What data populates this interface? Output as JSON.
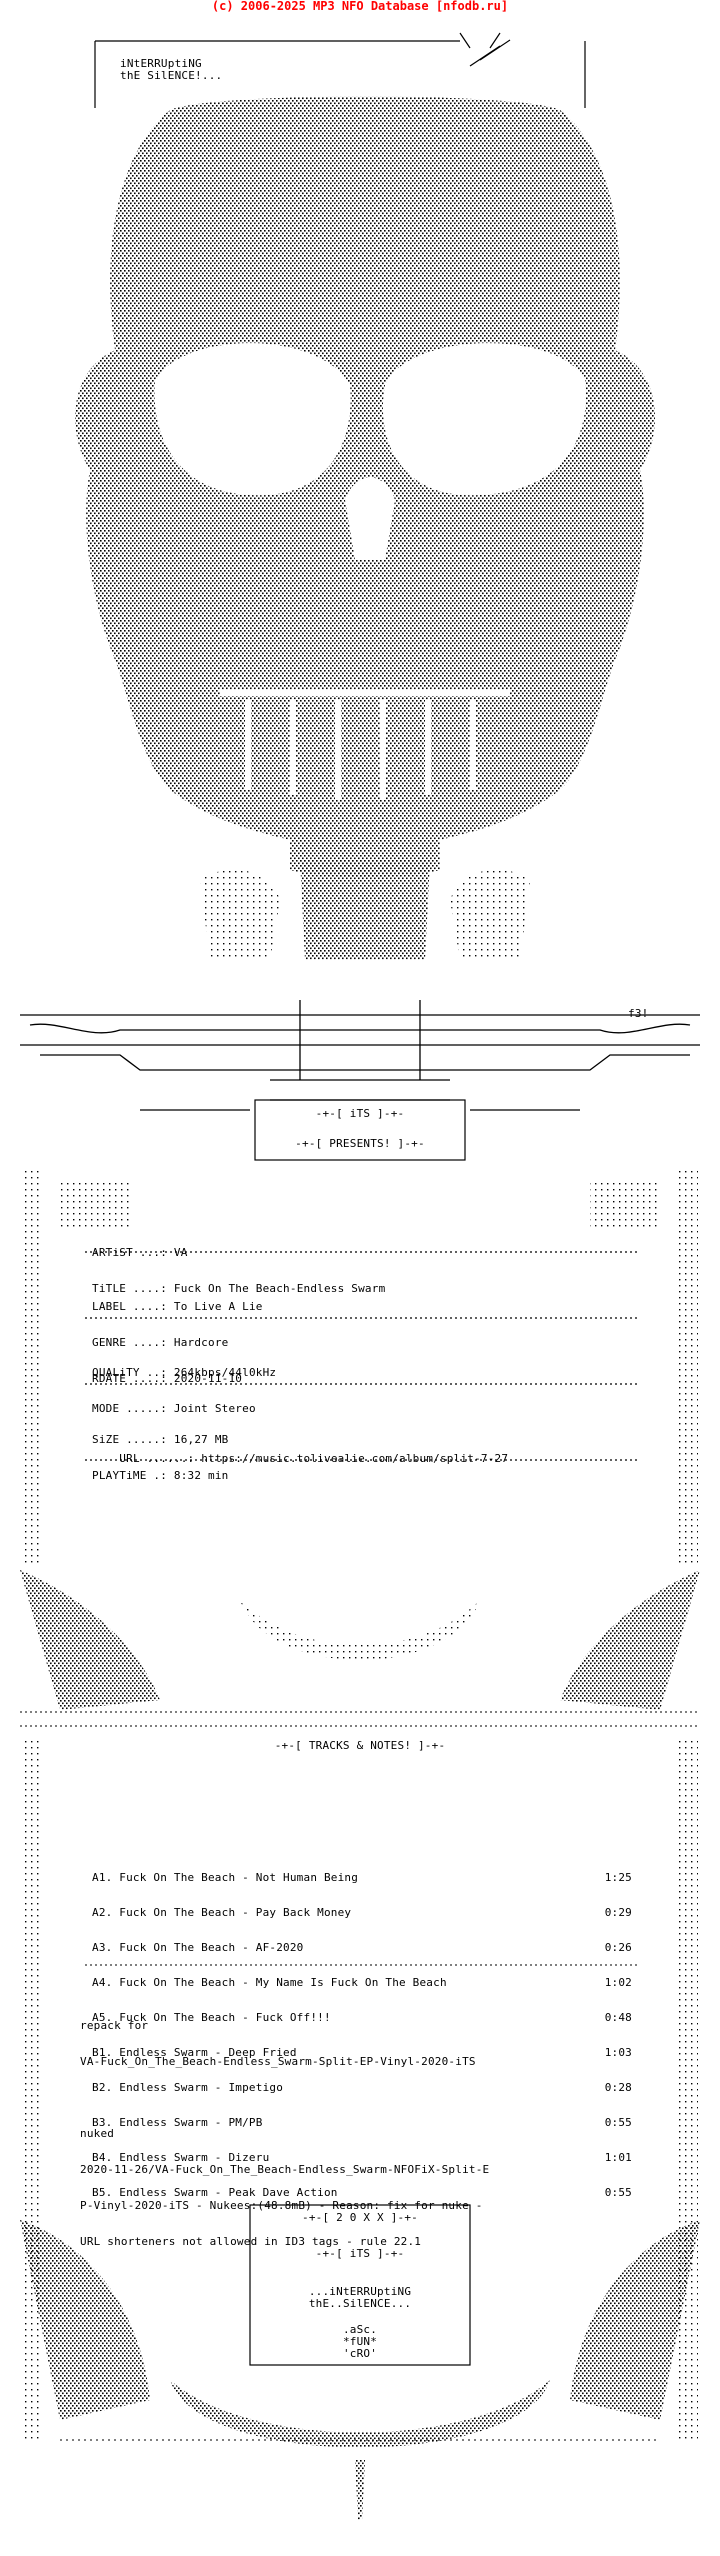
{
  "header": "(c) 2006-2025 MP3 NFO Database [nfodb.ru]",
  "top_group": {
    "line1": "iNtERRUptiNG",
    "line2": "thE SilENCE!..."
  },
  "banner": {
    "its": "-+-[ iTS ]-+-",
    "presents": "-+-[ PRESENTS! ]-+-"
  },
  "info": {
    "artist_label": "ARTiST ...:",
    "artist": "VA",
    "title_label": "TiTLE ....:",
    "title": "Fuck On The Beach-Endless Swarm",
    "label_label": "LABEL ....:",
    "label": "To Live A Lie",
    "genre_label": "GENRE ....:",
    "genre": "Hardcore",
    "rdate_label": "RDATE ....:",
    "rdate": "2020-11-10",
    "quality_label": "QUALiTY ..:",
    "quality": "264kbps/44l0kHz",
    "mode_label": "MODE .....:",
    "mode": "Joint Stereo",
    "size_label": "SiZE .....:",
    "size": "16,27 MB",
    "playtime_label": "PLAYTiME .:",
    "playtime": "8:32 min",
    "url_label": "URL ......:",
    "url": "https://music.tolivealie.com/album/split-7-27"
  },
  "tracks_header": "-+-[ TRACKS & NOTES! ]-+-",
  "tracks": [
    {
      "title": "A1. Fuck On The Beach - Not Human Being",
      "time": "1:25"
    },
    {
      "title": "A2. Fuck On The Beach - Pay Back Money",
      "time": "0:29"
    },
    {
      "title": "A3. Fuck On The Beach - AF-2020",
      "time": "0:26"
    },
    {
      "title": "A4. Fuck On The Beach - My Name Is Fuck On The Beach",
      "time": "1:02"
    },
    {
      "title": "A5. Fuck On The Beach - Fuck Off!!!",
      "time": "0:48"
    },
    {
      "title": "B1. Endless Swarm - Deep Fried",
      "time": "1:03"
    },
    {
      "title": "B2. Endless Swarm - Impetigo",
      "time": "0:28"
    },
    {
      "title": "B3. Endless Swarm - PM/PB",
      "time": "0:55"
    },
    {
      "title": "B4. Endless Swarm - Dizeru",
      "time": "1:01"
    },
    {
      "title": "B5. Endless Swarm - Peak Dave Action",
      "time": "0:55"
    }
  ],
  "notes": {
    "repack1": "repack for",
    "repack2": "VA-Fuck_On_The_Beach-Endless_Swarm-Split-EP-Vinyl-2020-iTS",
    "nuked": "nuked",
    "nuke1": "2020-11-26/VA-Fuck_On_The_Beach-Endless_Swarm-NFOFiX-Split-E",
    "nuke2": "P-Vinyl-2020-iTS - Nukees:(48.8mB) - Reason: fix for nuke -",
    "nuke3": "URL shorteners not allowed in ID3 tags - rule 22.1"
  },
  "footer": {
    "year": "-+-[ 2 0 X X ]-+-",
    "its": "-+-[ iTS ]-+-",
    "group1": "...iNtERRUptiNG",
    "group2": "thE..SilENCE...",
    "asc": ".aSc.",
    "fun": "*fUN*",
    "cro": "'cRO'"
  },
  "f3_tag": "f3!"
}
